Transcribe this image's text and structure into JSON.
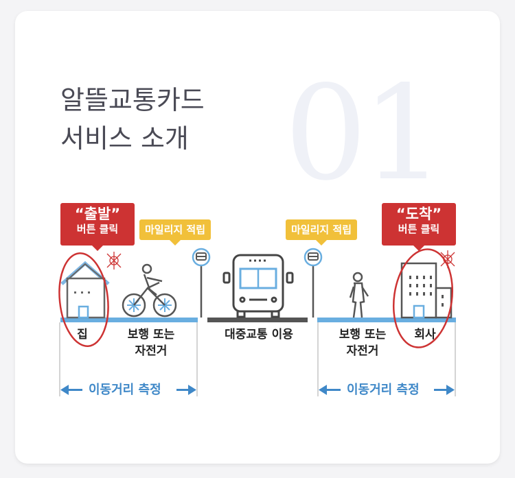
{
  "title": {
    "line1": "알뜰교통카드",
    "line2": "서비스 소개"
  },
  "section_number": "01",
  "callouts": {
    "start": {
      "line1": "“출발”",
      "line2": "버튼 클릭"
    },
    "arrive": {
      "line1": "“도착”",
      "line2": "버튼 클릭"
    },
    "mileage_left": "마일리지 적립",
    "mileage_right": "마일리지 적립"
  },
  "labels": {
    "home": "집",
    "walk_bike_left": {
      "line1": "보행 또는",
      "line2": "자전거"
    },
    "public_transit": "대중교통 이용",
    "walk_bike_right": {
      "line1": "보행 또는",
      "line2": "자전거"
    },
    "office": "회사"
  },
  "distance": {
    "left": "이동거리 측정",
    "right": "이동거리 측정"
  },
  "colors": {
    "red": "#cd3333",
    "yellow": "#f1c03a",
    "blue": "#69aee0",
    "gray": "#555555"
  }
}
